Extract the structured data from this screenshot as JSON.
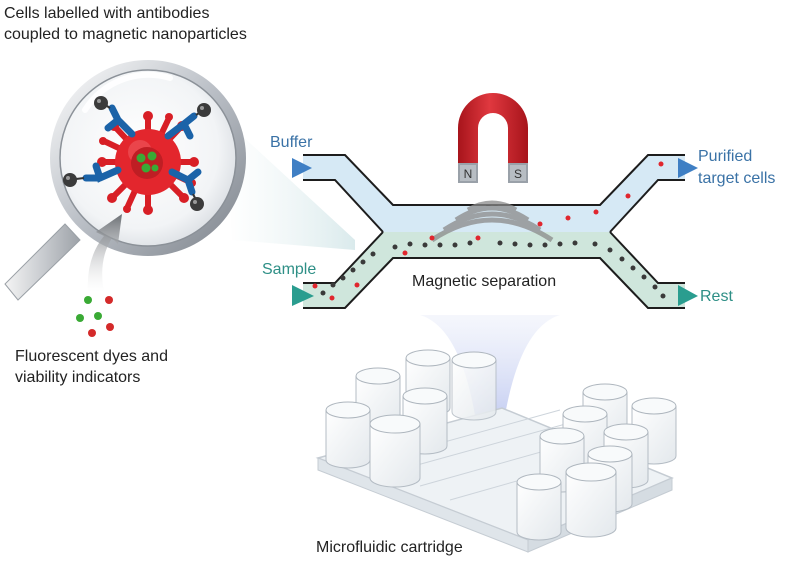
{
  "labels": {
    "cells_line1": "Cells labelled with antibodies",
    "cells_line2": "coupled to magnetic nanoparticles",
    "buffer": "Buffer",
    "sample": "Sample",
    "purified_line1": "Purified",
    "purified_line2": "target cells",
    "rest": "Rest",
    "magnetic_separation": "Magnetic separation",
    "dyes_line1": "Fluorescent dyes and",
    "dyes_line2": "viability indicators",
    "cartridge": "Microfluidic cartridge",
    "magnet_north": "N",
    "magnet_south": "S"
  },
  "colors": {
    "buffer_channel": "#d6e9f5",
    "sample_channel": "#cfe6dc",
    "buffer_arrow": "#3f7fc4",
    "sample_arrow": "#2a9d8f",
    "magnet_red": "#d0262e",
    "target_cell": "#e0262e",
    "nontarget_cell": "#3a3a3a",
    "dye_green": "#3aaa35",
    "dye_red": "#d42a2a",
    "antibody_blue": "#1b63a8"
  },
  "icons": [
    "magnifier-icon",
    "virus-cell-icon",
    "magnet-icon",
    "cartridge-icon"
  ]
}
